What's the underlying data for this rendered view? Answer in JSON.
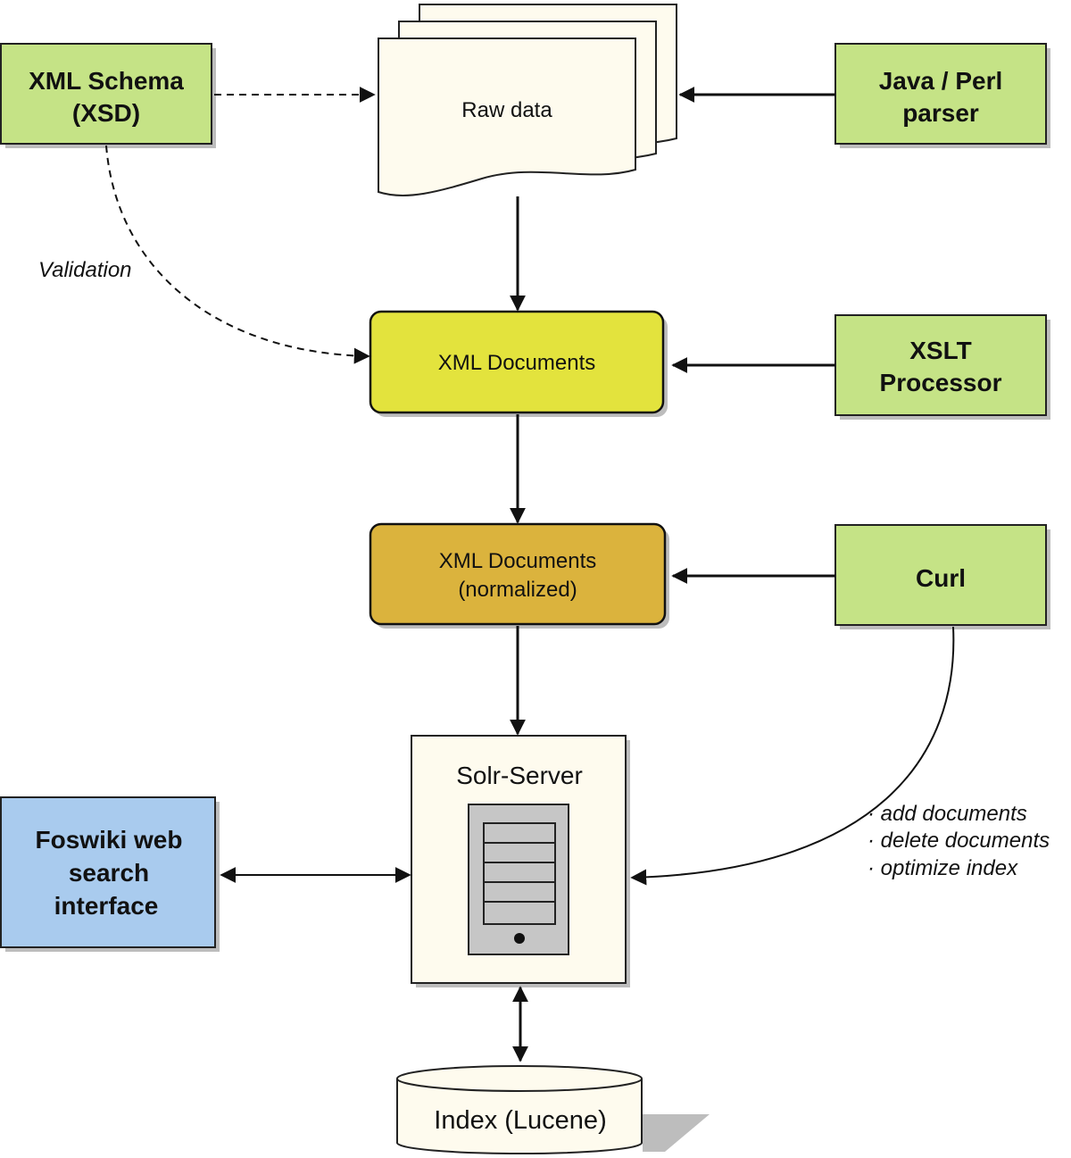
{
  "nodes": {
    "xml_schema": [
      "XML Schema",
      "(XSD)"
    ],
    "raw_data": "Raw data",
    "java_perl_parser": [
      "Java / Perl",
      "parser"
    ],
    "xml_documents": "XML Documents",
    "xslt_processor": [
      "XSLT",
      "Processor"
    ],
    "xml_documents_normalized": [
      "XML Documents",
      "(normalized)"
    ],
    "curl": "Curl",
    "solr_server": "Solr-Server",
    "foswiki": [
      "Foswiki web",
      "search",
      "interface"
    ],
    "index": "Index (Lucene)"
  },
  "edge_labels": {
    "validation": "Validation",
    "curl_actions": [
      "· add documents",
      "· delete documents",
      "· optimize index"
    ]
  },
  "colors": {
    "tool_box": "#c5e386",
    "interface_box": "#a9cbee",
    "xml_documents": "#e3e33d",
    "xml_normalized": "#dbb33d",
    "storage": "#fefbee"
  }
}
